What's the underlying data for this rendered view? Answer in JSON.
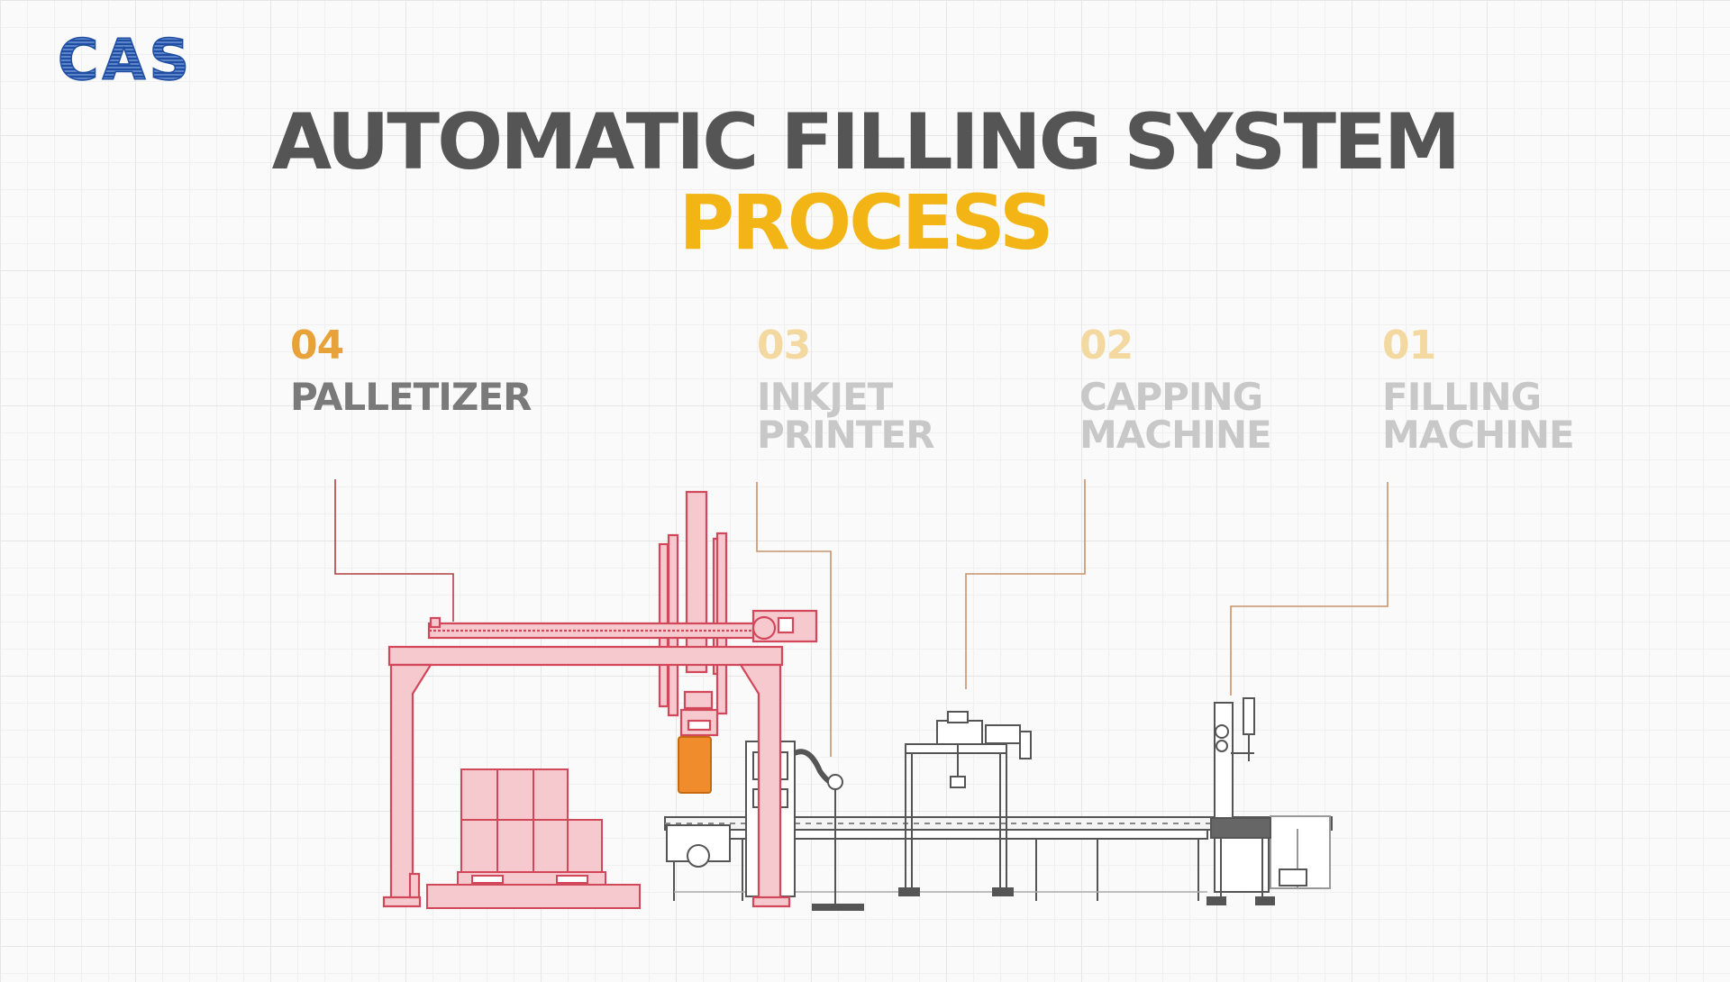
{
  "logo": {
    "text": "CAS",
    "color": "#1f4ea3"
  },
  "title": {
    "main": "AUTOMATIC FILLING SYSTEM",
    "sub": "PROCESS"
  },
  "steps": [
    {
      "number": "04",
      "label": "PALLETIZER",
      "active": true
    },
    {
      "number": "03",
      "label": "INKJET\nPRINTER",
      "active": false
    },
    {
      "number": "02",
      "label": "CAPPING\nMACHINE",
      "active": false
    },
    {
      "number": "01",
      "label": "FILLING\nMACHINE",
      "active": false
    }
  ],
  "colors": {
    "accent": "#f2b515",
    "active_number": "#e8a23a",
    "inactive_number": "#f3d9a0",
    "active_label": "#7a7a7a",
    "inactive_label": "#c8c8c8",
    "palletizer_stroke": "#d2485a",
    "palletizer_fill": "#f6c9cf",
    "container": "#f08c2c",
    "line_art": "#555555",
    "leader_active": "#b04040",
    "leader_inactive": "#c8926a"
  },
  "icons": [
    "cas-logo",
    "palletizer-illustration",
    "inkjet-printer-illustration",
    "capping-machine-illustration",
    "filling-machine-illustration",
    "conveyor-illustration"
  ]
}
